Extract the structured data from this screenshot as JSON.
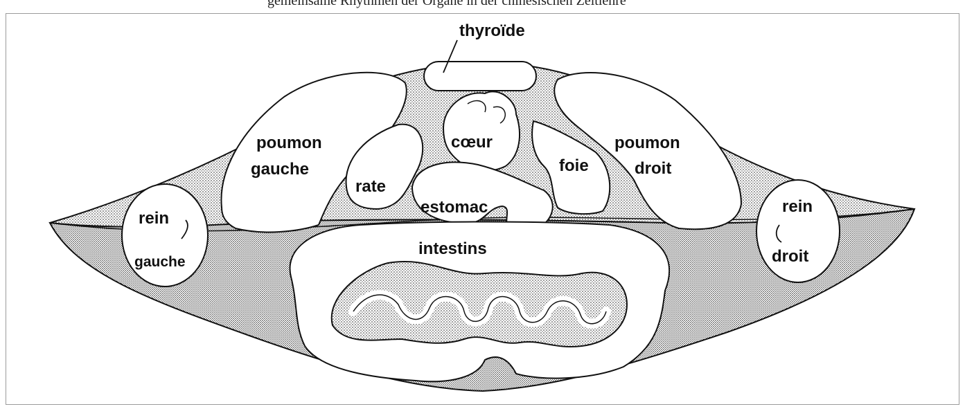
{
  "caption": "gemeinsame Rhythmen der Organe in der chinesischen Zeitlehre",
  "labels": {
    "thyroide": "thyroïde",
    "poumon_gauche_1": "poumon",
    "poumon_gauche_2": "gauche",
    "rate": "rate",
    "coeur": "cœur",
    "foie": "foie",
    "poumon_droit_1": "poumon",
    "poumon_droit_2": "droit",
    "estomac": "estomac",
    "intestins": "intestins",
    "rein_gauche_1": "rein",
    "rein_gauche_2": "gauche",
    "rein_droit_1": "rein",
    "rein_droit_2": "droit"
  },
  "colors": {
    "stipple": "#1a1a1a",
    "organ_fill": "#ffffff",
    "outline": "#111111"
  }
}
